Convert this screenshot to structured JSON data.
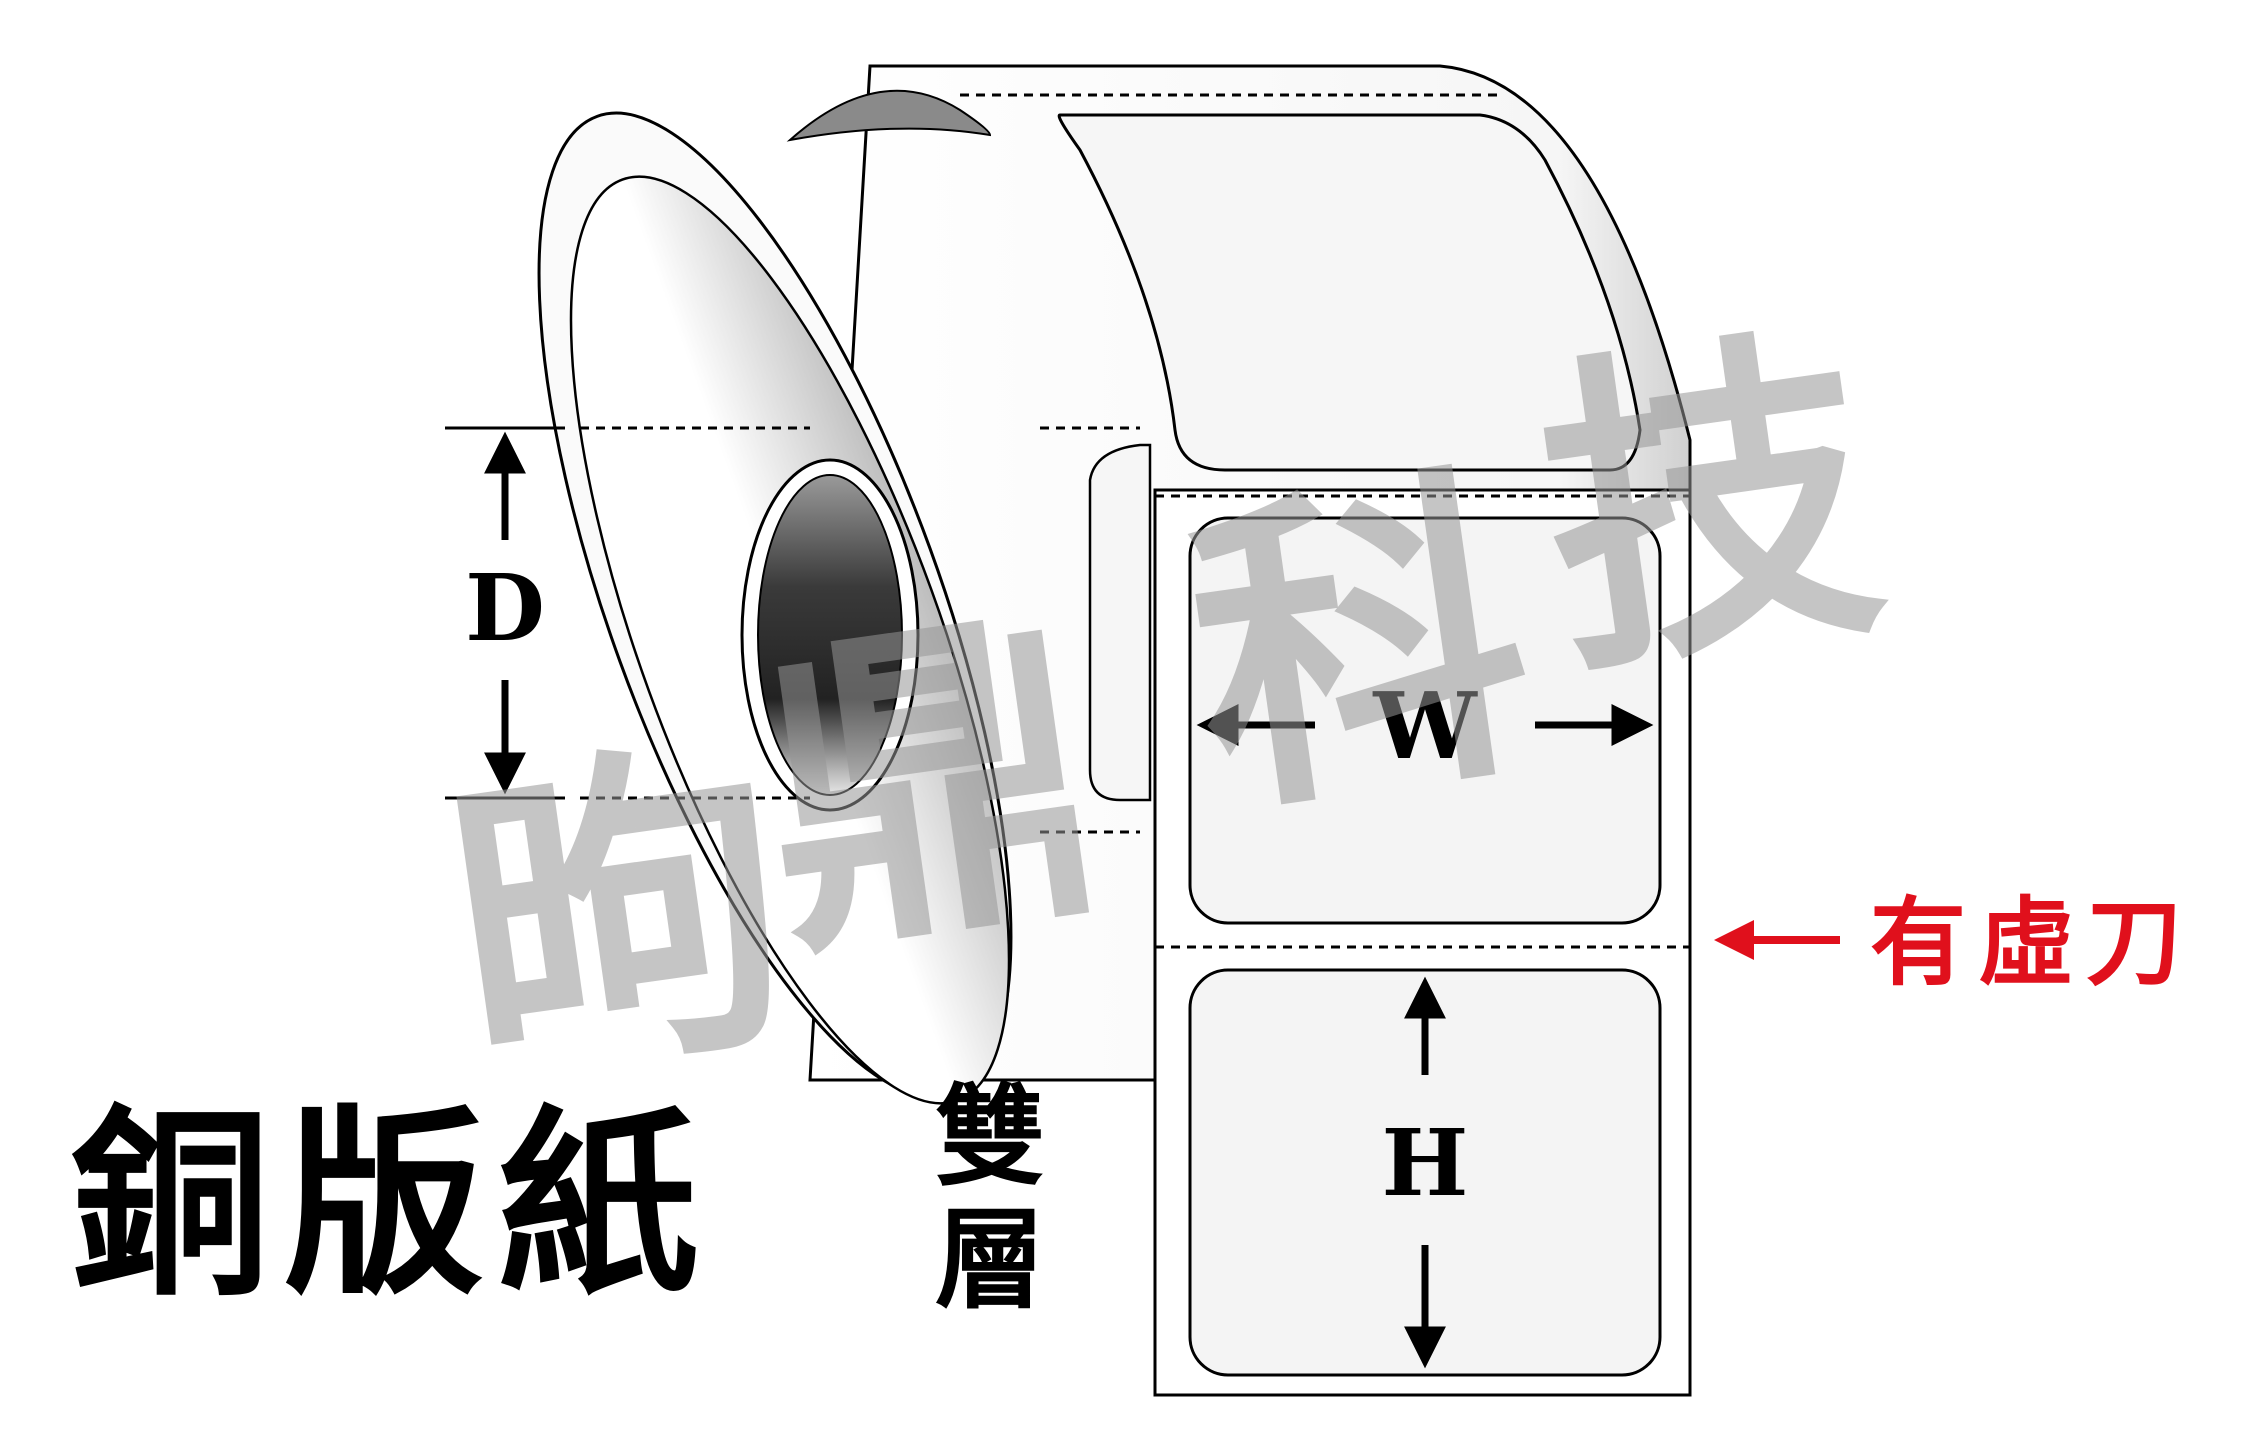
{
  "labels": {
    "D": "D",
    "W": "W",
    "H": "H"
  },
  "side_note": {
    "arrow": "←",
    "text": "有虛刀"
  },
  "title": {
    "main": "銅版紙",
    "stack_top": "雙",
    "stack_bottom": "層"
  },
  "watermark": {
    "chars": [
      "昫",
      "鼎",
      "科",
      "技"
    ]
  },
  "colors": {
    "outline": "#000000",
    "label_fill": "#f4f4f4",
    "accent_red": "#e0101c",
    "watermark": "#969696"
  }
}
